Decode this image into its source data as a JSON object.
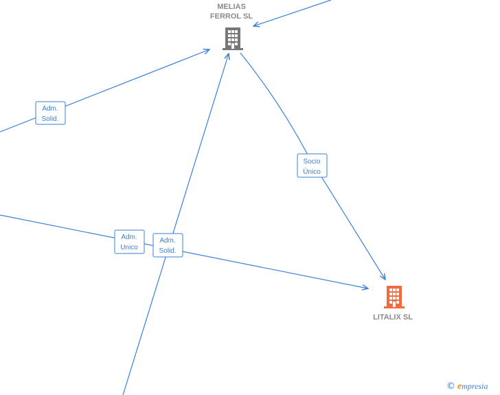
{
  "nodes": {
    "melias": {
      "label": "MELIAS\nFERROL SL",
      "color": "#777777"
    },
    "litalix": {
      "label": "LITALIX  SL",
      "color": "#f26a3d"
    }
  },
  "edges": [
    {
      "id": "adm-solid-left",
      "label": [
        "Adm.",
        "Solid."
      ]
    },
    {
      "id": "socio-unico",
      "label": [
        "Socio",
        "Único"
      ]
    },
    {
      "id": "adm-unico",
      "label": [
        "Adm.",
        "Unico"
      ]
    },
    {
      "id": "adm-solid-center",
      "label": [
        "Adm.",
        "Solid."
      ]
    }
  ],
  "colors": {
    "edge": "#3a7fd5",
    "text_gray": "#8a8a8a"
  },
  "watermark": {
    "copyright": "©",
    "brand_initial": "e",
    "brand_rest": "mpresia"
  }
}
